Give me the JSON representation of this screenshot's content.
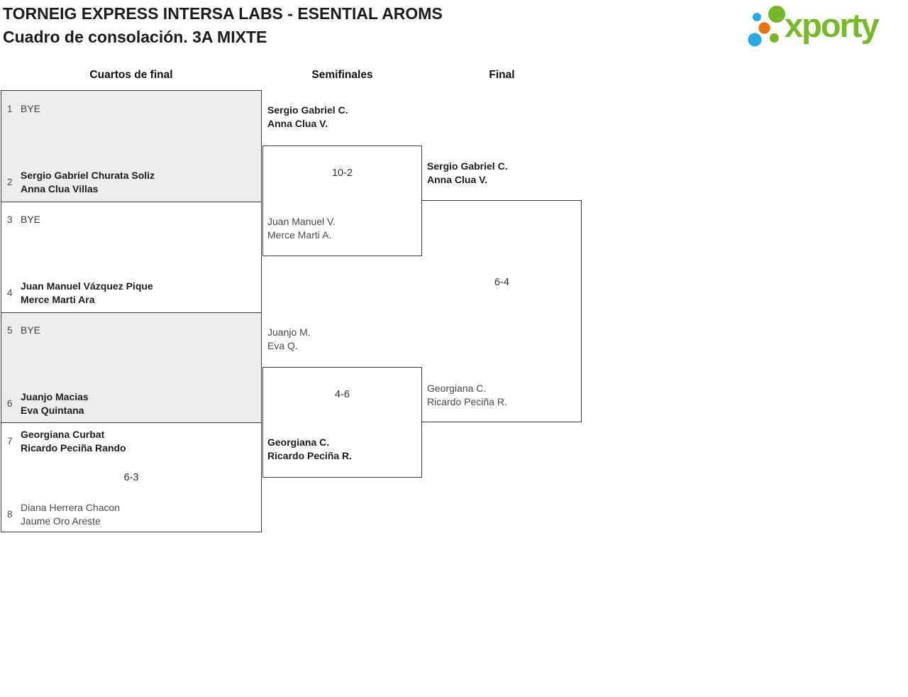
{
  "header": {
    "title_line1": "TORNEIG EXPRESS INTERSA LABS - ESENTIAL AROMS",
    "title_line2": "Cuadro de consolación. 3A MIXTE"
  },
  "logo": {
    "text": "xporty",
    "colors": {
      "green": "#76b82a",
      "blue": "#29abe2",
      "orange": "#e87611"
    }
  },
  "round_headers": {
    "quarterfinals": "Cuartos de final",
    "semifinals": "Semifinales",
    "final": "Final"
  },
  "quarterfinals": [
    {
      "top_seed": "1",
      "top_name1": "BYE",
      "bottom_seed": "2",
      "bottom_name1": "Sergio Gabriel Churata Soliz",
      "bottom_name2": "Anna Clua Villas"
    },
    {
      "top_seed": "3",
      "top_name1": "BYE",
      "bottom_seed": "4",
      "bottom_name1": "Juan Manuel Vázquez Pique",
      "bottom_name2": "Merce Marti Ara"
    },
    {
      "top_seed": "5",
      "top_name1": "BYE",
      "bottom_seed": "6",
      "bottom_name1": "Juanjo Macias",
      "bottom_name2": "Eva Quintana"
    },
    {
      "top_seed": "7",
      "top_name1": "Georgiana Curbat",
      "top_name2": "Ricardo Peciña Rando",
      "score": "6-3",
      "bottom_seed": "8",
      "bottom_name1": "Diana Herrera Chacon",
      "bottom_name2": "Jaume Oro Areste"
    }
  ],
  "semifinals": [
    {
      "top_name1": "Sergio Gabriel C.",
      "top_name2": "Anna Clua V.",
      "score": "10-2",
      "bottom_name1": "Juan Manuel V.",
      "bottom_name2": "Merce Marti A."
    },
    {
      "top_name1": "Juanjo M.",
      "top_name2": "Eva Q.",
      "score": "4-6",
      "bottom_name1": "Georgiana C.",
      "bottom_name2": "Ricardo Peciña R."
    }
  ],
  "final": {
    "top_name1": "Sergio Gabriel C.",
    "top_name2": "Anna Clua V.",
    "score": "6-4",
    "bottom_name1": "Georgiana C.",
    "bottom_name2": "Ricardo Peciña R."
  }
}
